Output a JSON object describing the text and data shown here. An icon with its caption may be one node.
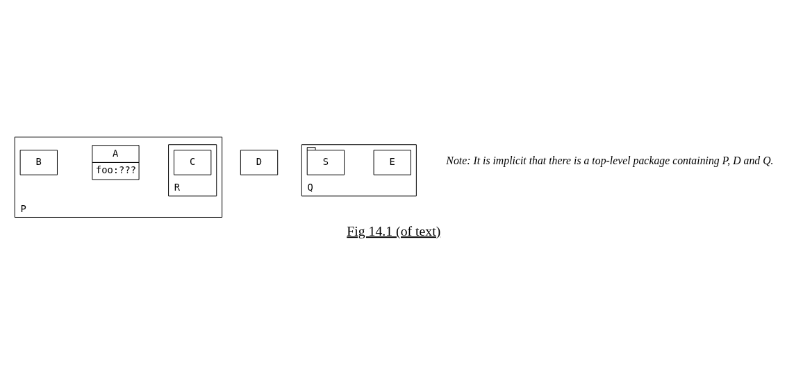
{
  "diagram": {
    "caption": "Fig 14.1 (of text)",
    "nodes": [
      {
        "text": [
          "P"
        ]
      },
      {
        "text": [
          "R"
        ],
        "in": 0
      },
      {
        "text": [
          "C"
        ],
        "in": 1
      },
      {
        "text": [
          "A",
          "foo:???"
        ],
        "in": 0
      },
      {
        "text": [
          "B"
        ],
        "in": 0
      },
      {
        "text": [
          "D"
        ]
      },
      {
        "text": [
          "Q"
        ]
      },
      {
        "text": [
          "E"
        ],
        "in": 6
      },
      {
        "text": [
          "S"
        ],
        "in": 6
      }
    ],
    "labels": [
      "Note: It is implicit that there is a top-level package containing P, D and Q."
    ]
  }
}
